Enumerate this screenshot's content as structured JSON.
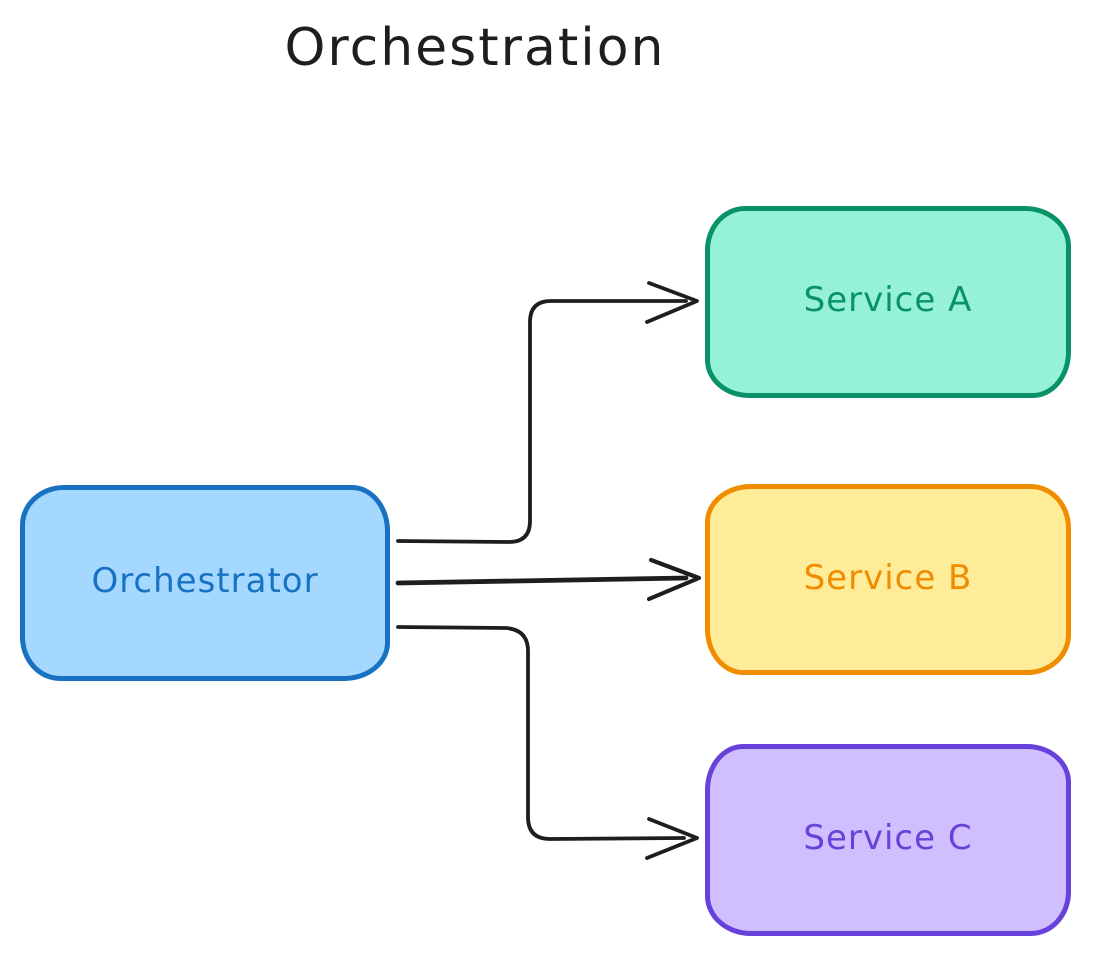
{
  "title": "Orchestration",
  "canvas": {
    "background": "#ffffff",
    "default_stroke": "#1e1e1e"
  },
  "nodes": [
    {
      "id": "orchestrator",
      "label": "Orchestrator",
      "fill": "#a5d8ff",
      "stroke": "#1971c2"
    },
    {
      "id": "service-a",
      "label": "Service A",
      "fill": "#96f2d7",
      "stroke": "#099268"
    },
    {
      "id": "service-b",
      "label": "Service B",
      "fill": "#ffec99",
      "stroke": "#f08c00"
    },
    {
      "id": "service-c",
      "label": "Service C",
      "fill": "#d0bfff",
      "stroke": "#6741d9"
    }
  ],
  "edges": [
    {
      "from": "Orchestrator",
      "to": "Service A",
      "color": "#1e1e1e"
    },
    {
      "from": "Orchestrator",
      "to": "Service B",
      "color": "#1e1e1e"
    },
    {
      "from": "Orchestrator",
      "to": "Service C",
      "color": "#1e1e1e"
    }
  ]
}
